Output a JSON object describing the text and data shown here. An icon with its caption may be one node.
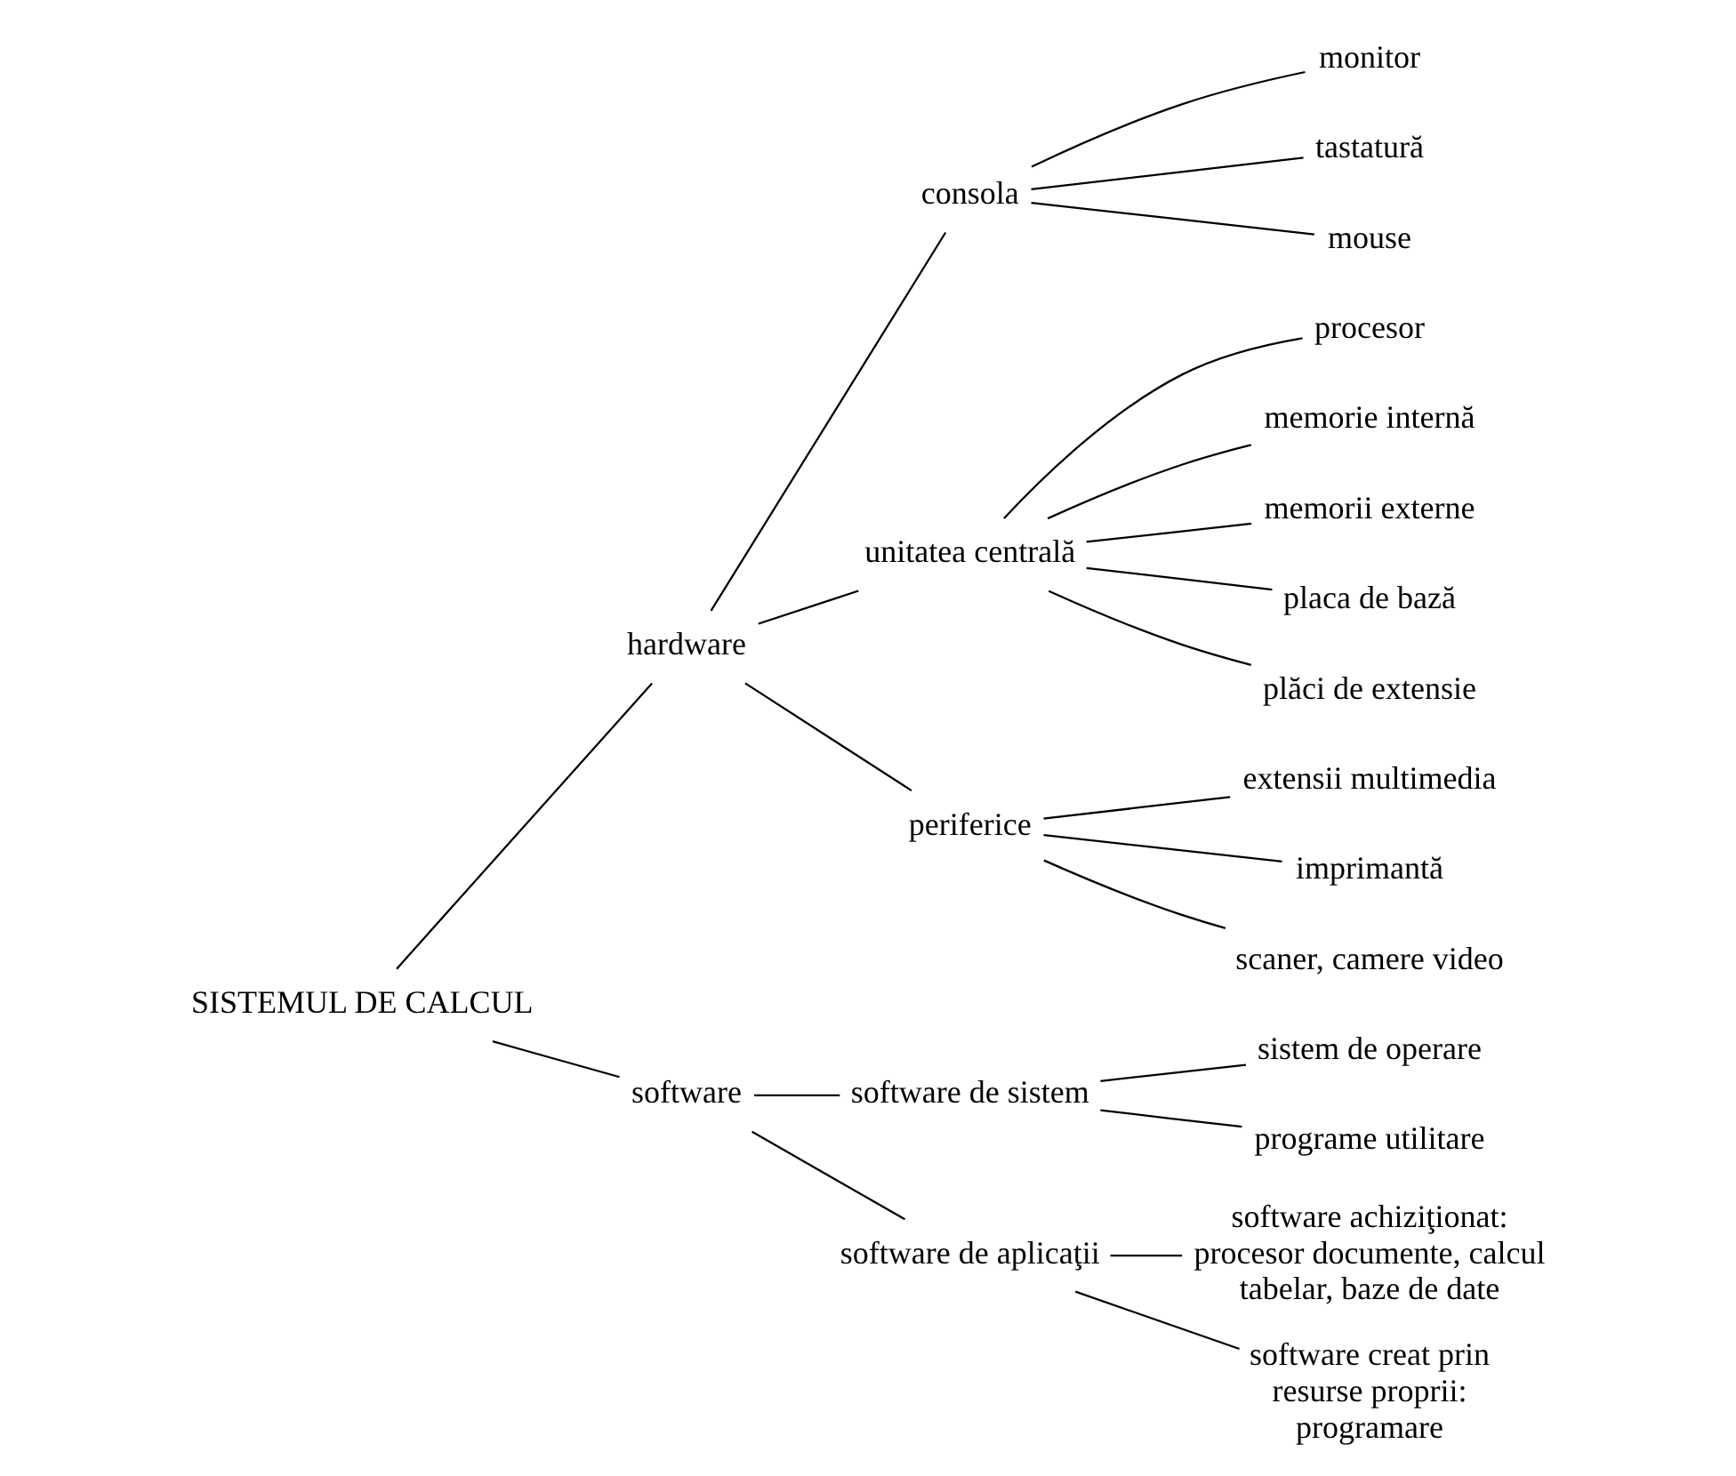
{
  "diagram": {
    "nodes": [
      {
        "text": [
          "SISTEMUL DE CALCUL"
        ]
      },
      {
        "text": [
          "hardware"
        ]
      },
      {
        "text": [
          "consola"
        ]
      },
      {
        "text": [
          "monitor"
        ]
      },
      {
        "text": [
          "tastatură"
        ]
      },
      {
        "text": [
          "mouse"
        ]
      },
      {
        "text": [
          "unitatea centrală"
        ]
      },
      {
        "text": [
          "procesor"
        ]
      },
      {
        "text": [
          "memorie internă"
        ]
      },
      {
        "text": [
          "memorii externe"
        ]
      },
      {
        "text": [
          "placa de bază"
        ]
      },
      {
        "text": [
          "plăci de extensie"
        ]
      },
      {
        "text": [
          "periferice"
        ]
      },
      {
        "text": [
          "extensii multimedia"
        ]
      },
      {
        "text": [
          "imprimantă"
        ]
      },
      {
        "text": [
          "scaner, camere video"
        ]
      },
      {
        "text": [
          "software"
        ]
      },
      {
        "text": [
          "software de sistem"
        ]
      },
      {
        "text": [
          "sistem de operare"
        ]
      },
      {
        "text": [
          "programe utilitare"
        ]
      },
      {
        "text": [
          "software de aplicaţii"
        ]
      },
      {
        "text": [
          "software achiziţionat: procesor documente, calcul tabelar, baze de date"
        ]
      },
      {
        "text": [
          "software creat prin resurse proprii: programare"
        ]
      }
    ],
    "edges": [
      {
        "from": 0,
        "to": 1,
        "arrow": "none"
      },
      {
        "from": 0,
        "to": 16,
        "arrow": "none"
      },
      {
        "from": 1,
        "to": 2,
        "arrow": "none"
      },
      {
        "from": 1,
        "to": 6,
        "arrow": "none"
      },
      {
        "from": 1,
        "to": 12,
        "arrow": "none"
      },
      {
        "from": 2,
        "to": 3,
        "arrow": "none"
      },
      {
        "from": 2,
        "to": 4,
        "arrow": "none"
      },
      {
        "from": 2,
        "to": 5,
        "arrow": "none"
      },
      {
        "from": 6,
        "to": 7,
        "arrow": "none"
      },
      {
        "from": 6,
        "to": 8,
        "arrow": "none"
      },
      {
        "from": 6,
        "to": 9,
        "arrow": "none"
      },
      {
        "from": 6,
        "to": 10,
        "arrow": "none"
      },
      {
        "from": 6,
        "to": 11,
        "arrow": "none"
      },
      {
        "from": 12,
        "to": 13,
        "arrow": "none"
      },
      {
        "from": 12,
        "to": 14,
        "arrow": "none"
      },
      {
        "from": 12,
        "to": 15,
        "arrow": "none"
      },
      {
        "from": 16,
        "to": 17,
        "arrow": "none"
      },
      {
        "from": 16,
        "to": 20,
        "arrow": "none"
      },
      {
        "from": 17,
        "to": 18,
        "arrow": "none"
      },
      {
        "from": 17,
        "to": 19,
        "arrow": "none"
      },
      {
        "from": 20,
        "to": 21,
        "arrow": "none"
      },
      {
        "from": 20,
        "to": 22,
        "arrow": "none"
      }
    ]
  }
}
